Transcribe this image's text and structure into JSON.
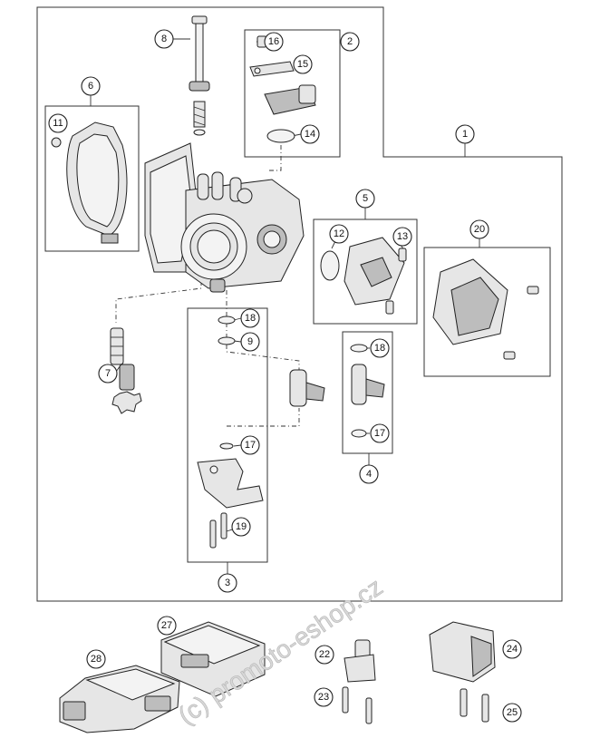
{
  "callouts": {
    "c1": "1",
    "c2": "2",
    "c3": "3",
    "c4": "4",
    "c5": "5",
    "c6": "6",
    "c7": "7",
    "c8": "8",
    "c9": "9",
    "c11": "11",
    "c12": "12",
    "c13": "13",
    "c14": "14",
    "c15": "15",
    "c16": "16",
    "c17a": "17",
    "c17b": "17",
    "c18a": "18",
    "c18b": "18",
    "c19": "19",
    "c20": "20",
    "c22": "22",
    "c23": "23",
    "c24": "24",
    "c25": "25",
    "c27": "27",
    "c28": "28"
  },
  "watermark": "(c) promoto-eshop.cz"
}
